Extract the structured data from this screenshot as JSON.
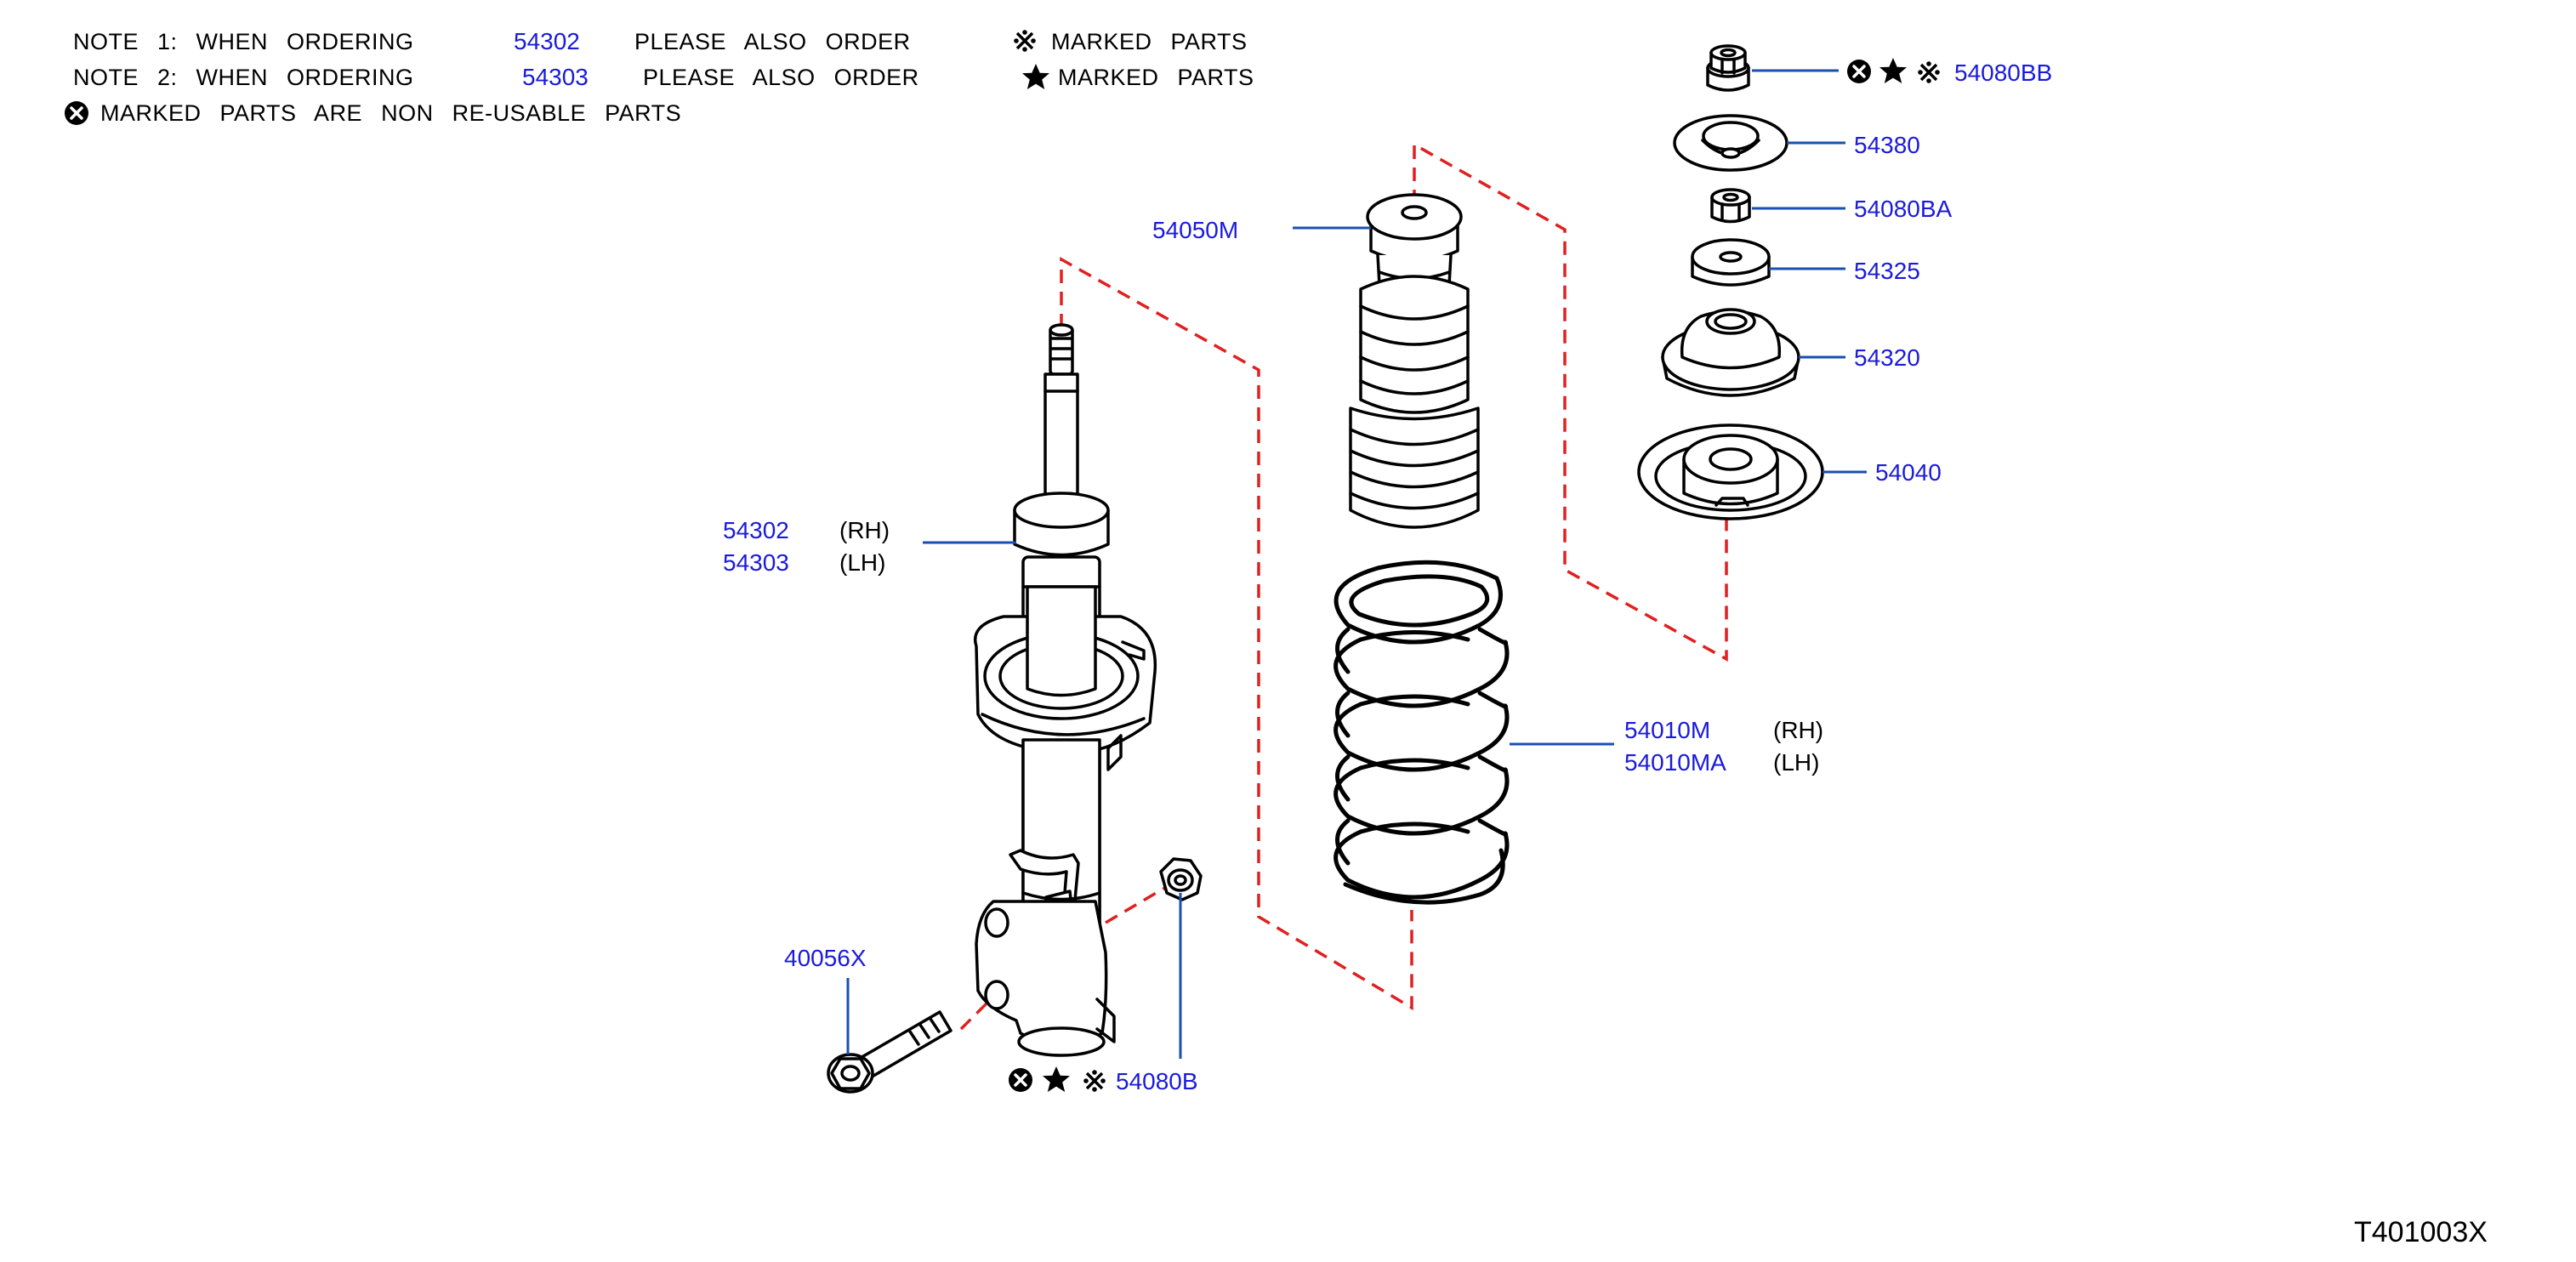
{
  "notes": {
    "note1_prefix": "NOTE 1: WHEN ORDERING",
    "note1_part": "54302",
    "note1_mid": "PLEASE ALSO ORDER",
    "note1_suffix": "MARKED PARTS",
    "note2_prefix": "NOTE 2: WHEN ORDERING",
    "note2_part": "54303",
    "note2_mid": "PLEASE ALSO ORDER",
    "note2_suffix": "MARKED PARTS",
    "note3_text": "MARKED PARTS ARE NON RE-USABLE PARTS"
  },
  "parts": {
    "p54080BB": "54080BB",
    "p54380": "54380",
    "p54080BA": "54080BA",
    "p54325": "54325",
    "p54320": "54320",
    "p54040": "54040",
    "p54050M": "54050M",
    "p54302": "54302",
    "p54302_side": "(RH)",
    "p54303": "54303",
    "p54303_side": "(LH)",
    "p54010M": "54010M",
    "p54010M_side": "(RH)",
    "p54010MA": "54010MA",
    "p54010MA_side": "(LH)",
    "p40056X": "40056X",
    "p54080B": "54080B"
  },
  "diagram_code": "T401003X",
  "colors": {
    "part_number": "#1a1adc",
    "leader_line": "#1a4fb0",
    "dashed_guide": "#e02020",
    "ink": "#000000"
  }
}
